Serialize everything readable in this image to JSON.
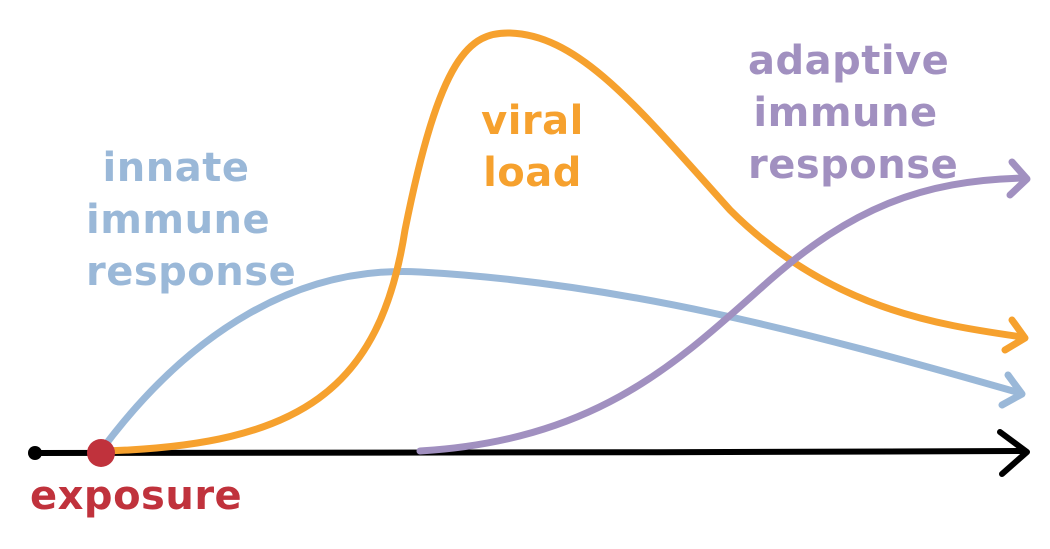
{
  "colors": {
    "axis": "#000000",
    "exposure": "#c0323c",
    "innate": "#9ab8d8",
    "viral": "#f6a12e",
    "adaptive": "#a190c0"
  },
  "labels": {
    "innate": [
      "innate",
      "immune",
      "response"
    ],
    "viral": [
      "viral",
      "load"
    ],
    "adaptive": [
      "adaptive",
      "immune",
      "response"
    ],
    "exposure": "exposure"
  },
  "curves": {
    "innate": {
      "peak": "moderate, early",
      "end": "declining"
    },
    "viral": {
      "peak": "high, early-middle",
      "end": "declining"
    },
    "adaptive": {
      "peak": "rises late",
      "end": "rising"
    }
  }
}
